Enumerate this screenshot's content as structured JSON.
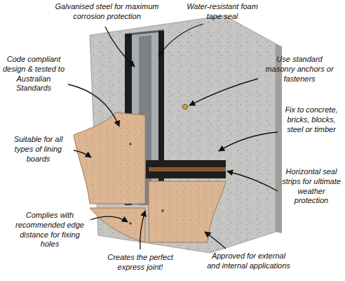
{
  "diagram": {
    "labels": [
      "Galvanised steel for maximum corrosion protection",
      "Water-resistant foam tape seal",
      "Code compliant design & tested to Australian Standards",
      "Use standard masonry anchors or fasteners",
      "Fix to concrete, bricks, blocks, steel or timber",
      "Suitable for all types of lining boards",
      "Horizontal seal strips for ultimate weather protection",
      "Complies with recommended edge distance for fixing holes",
      "Creates the perfect express joint!",
      "Approved for external and internal applications"
    ]
  }
}
